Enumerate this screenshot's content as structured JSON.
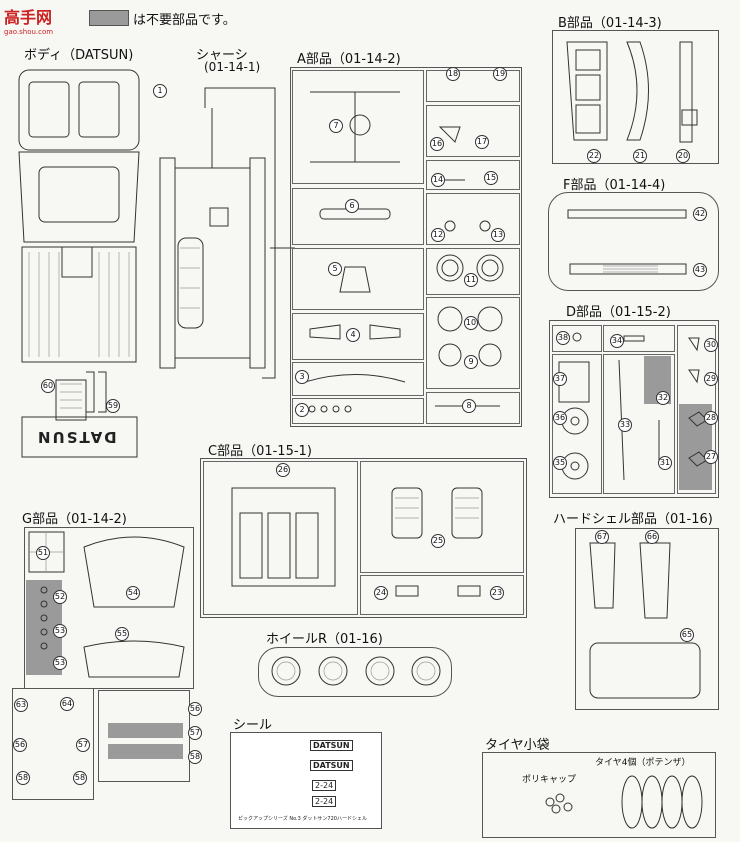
{
  "header": {
    "logo_text": "高手网",
    "logo_url": "gao.shou.com",
    "legend_text": "は不要部品です。"
  },
  "sections": {
    "body": "ボディ（DATSUN)",
    "chassis_title": "シャーシ",
    "chassis_code": "(01-14-1)",
    "a": "A部品（01-14-2)",
    "b": "B部品（01-14-3)",
    "f": "F部品（01-14-4)",
    "d": "D部品（01-15-2)",
    "c": "C部品（01-15-1)",
    "g": "G部品（01-14-2)",
    "hardshell": "ハードシェル部品（01-16)",
    "wheel": "ホイールR（01-16)",
    "decal": "シール",
    "tire_bag": "タイヤ小袋",
    "poly_cap": "ポリキャップ",
    "tires": "タイヤ4個（ポテンザ）"
  },
  "body_parts": {
    "datsun_plate": "DATSUN",
    "n59": "59",
    "n60": "60"
  },
  "decal_sheet": {
    "datsun_1": "DATSUN",
    "datsun_2": "DATSUN",
    "plate_1": "2-24",
    "plate_2": "2-24",
    "footer": "ピックアップシリーズ No.3 ダットサン720ハードシェル"
  },
  "part_numbers": {
    "a": [
      "18",
      "19",
      "7",
      "16",
      "17",
      "14",
      "15",
      "6",
      "12",
      "13",
      "5",
      "11",
      "4",
      "10",
      "9",
      "3",
      "2",
      "8"
    ],
    "b": [
      "22",
      "21",
      "20"
    ],
    "f": [
      "42",
      "43"
    ],
    "d": [
      "38",
      "34",
      "30",
      "37",
      "32",
      "29",
      "36",
      "33",
      "28",
      "35",
      "31",
      "27"
    ],
    "c": [
      "26",
      "25",
      "24",
      "23"
    ],
    "g": [
      "51",
      "52",
      "53",
      "53",
      "54",
      "55",
      "63",
      "64",
      "56",
      "57",
      "58",
      "58",
      "56",
      "57",
      "58"
    ],
    "hs": [
      "67",
      "66",
      "65"
    ],
    "chassis": [
      "1"
    ]
  },
  "colors": {
    "unneeded_gray": "#9a9a9a",
    "line": "#333333"
  }
}
